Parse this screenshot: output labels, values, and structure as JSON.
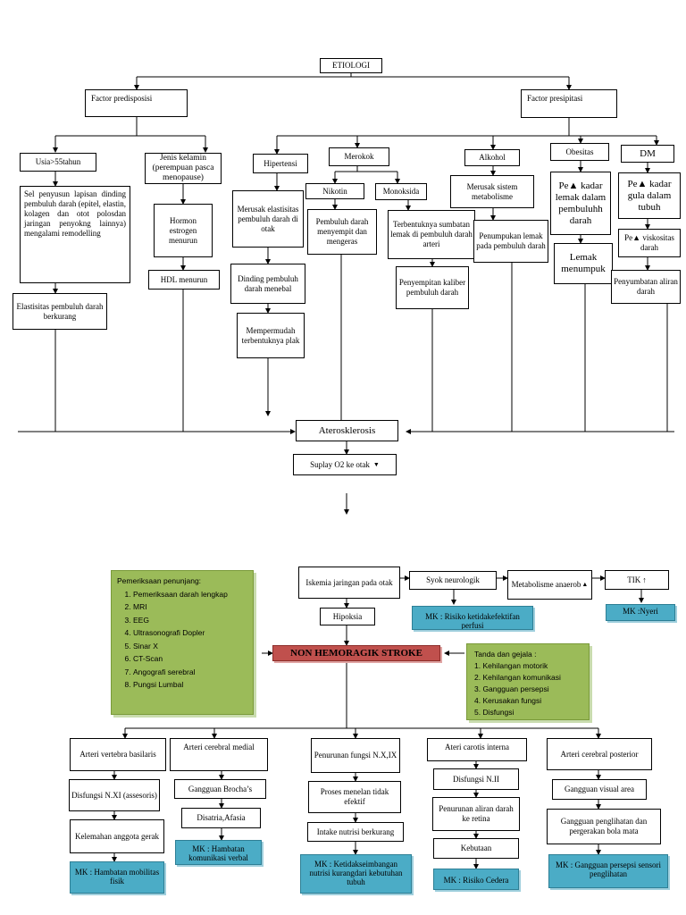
{
  "top": {
    "etiologi": "ETIOLOGI",
    "predisposisi": "Factor predisposisi",
    "presipitasi": "Factor presipitasi",
    "usia": "Usia>55tahun",
    "sel": "Sel penyusun lapisan dinding pembuluh darah (epitel, elastin, kolagen dan otot polosdan jaringan penyokng lainnya) mengalami remodelling",
    "elastisitas_berkurang": "Elastisitas pembuluh darah berkurang",
    "jenis_kelamin": "Jenis kelamin (perempuan pasca menopause)",
    "hormon": "Hormon estrogen menurun",
    "hdl": "HDL menurun",
    "hipertensi": "Hipertensi",
    "merusak_elastisitas": "Merusak elastisitas pembuluh darah di otak",
    "dinding": "Dinding pembuluh darah menebal",
    "mempermudah": "Mempermudah terbentuknya plak",
    "merokok": "Merokok",
    "nikotin": "Nikotin",
    "monoksida": "Monoksida",
    "pembuluh_menyempit": "Pembuluh darah menyempit dan mengeras",
    "sumbatan": "Terbentuknya sumbatan lemak di pembuluh darah arteri",
    "penyempitan": "Penyempitan kaliber pembuluh darah",
    "alkohol": "Alkohol",
    "merusak_sistem": "Merusak sistem metabolisme",
    "penumpukan": "Penumpukan lemak pada pembuluh darah",
    "obesitas": "Obesitas",
    "kadar_lemak": "Pe▲ kadar lemak dalam pembuluhh darah",
    "lemak_menumpuk": "Lemak menumpuk",
    "dm": "DM",
    "kadar_gula": "Pe▲ kadar gula dalam tubuh",
    "viskositas": "Pe▲ viskositas darah",
    "penyumbatan": "Penyumbatan aliran darah",
    "aterosklerosis": "Aterosklerosis",
    "suplay": "Suplay O2 ke otak",
    "down_arrow": "▼"
  },
  "middle": {
    "iskemia": "Iskemia jaringan pada otak",
    "hipoksia": "Hipoksia",
    "syok": "Syok neurologik",
    "metabolisme": "Metabolisme anaerob",
    "up_arrow": "▲",
    "tik": "TIK",
    "tik_arrow": "↑",
    "mk_perfusi": "MK : Risiko ketidakefektifan perfusi",
    "mk_nyeri": "MK :Nyeri",
    "nhs": "NON HEMORAGIK STROKE",
    "pemeriksaan_title": "Pemeriksaan penunjang:",
    "pemeriksaan_items": [
      "Pemeriksaan darah lengkap",
      "MRI",
      "EEG",
      "Ultrasonografi Dopler",
      "Sinar X",
      "CT-Scan",
      "Angografi serebral",
      "Pungsi Lumbal"
    ],
    "gejala_title": "Tanda dan gejala :",
    "gejala_items": [
      "1. Kehilangan motorik",
      "2. Kehilangan komunikasi",
      "3. Gangguan persepsi",
      "4. Kerusakan fungsi",
      "5. Disfungsi"
    ]
  },
  "bottom": {
    "arteri_vertebra": "Arteri vertebra basilaris",
    "disfungsi_xi": "Disfungsi N.XI (assesoris)",
    "kelemahan": "Kelemahan anggota gerak",
    "mk_mobilitas": "MK : Hambatan mobilitas fisik",
    "arteri_medial": "Arteri cerebral medial",
    "broca": "Gangguan Brocha’s",
    "disatria": "Disatria,Afasia",
    "mk_komunikasi": "MK : Hambatan komunikasi verbal",
    "penurunan_fungsi": "Penurunan fungsi N.X,IX",
    "proses_menelan": "Proses menelan tidak efektif",
    "intake": "Intake nutrisi berkurang",
    "mk_nutrisi": "MK : Ketidakseimbangan nutrisi kurangdari kebutuhan tubuh",
    "carotis": "Ateri carotis interna",
    "disfungsi_ii": "Disfungsi N.II",
    "penurunan_aliran": "Penurunan aliran darah ke retina",
    "kebutaan": "Kebutaan",
    "mk_cedera": "MK : Risiko Cedera",
    "arteri_posterior": "Arteri cerebral posterior",
    "visual_area": "Gangguan visual area",
    "penglihatan": "Gangguan penglihatan dan pergerakan bola mata",
    "mk_persepsi": "MK : Gangguan persepsi sensori penglihatan"
  }
}
